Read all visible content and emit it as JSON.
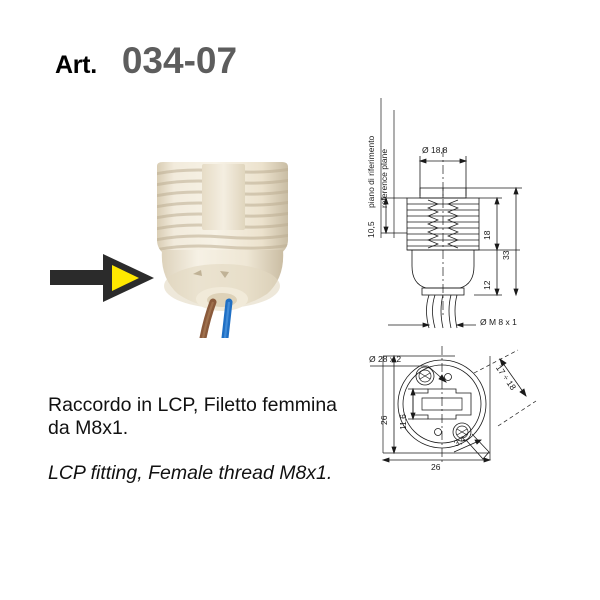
{
  "header": {
    "art_label": "Art.",
    "art_number": "034-07",
    "art_number_color": "#5d5d5d"
  },
  "arrow": {
    "name": "pointer-arrow",
    "shaft_color": "#2b2b2b",
    "head_fill": "#ffe800"
  },
  "photo": {
    "alt": "LCP lamp holder fitting, cream body with ribbed thread and two wires",
    "body_color": "#efe6d2",
    "wire_brown": "#8a5a3b",
    "wire_blue": "#1f6fc4"
  },
  "description": {
    "italian": "Raccordo in LCP, Filetto femmina da M8x1.",
    "english": "LCP fitting, Female thread M8x1."
  },
  "drawings": {
    "side_view": {
      "name": "side-section-view",
      "labels": {
        "reference_plane_it": "piano di riferimento",
        "reference_plane_en": "reference plane",
        "diameter_top": "Ø 18,8",
        "left_dim": "10,5",
        "thread_len": "18",
        "total_len": "33",
        "lower_dim": "12",
        "thread_spec": "Ø M 8 x 1"
      }
    },
    "front_view": {
      "name": "front-bottom-view",
      "labels": {
        "outer_diameter": "Ø 28 x 2",
        "height_26": "26",
        "inner_11_6": "11,6",
        "width_26": "26",
        "screw_3_4": "3,4",
        "range_17_18": "17 ÷ 18"
      }
    }
  }
}
